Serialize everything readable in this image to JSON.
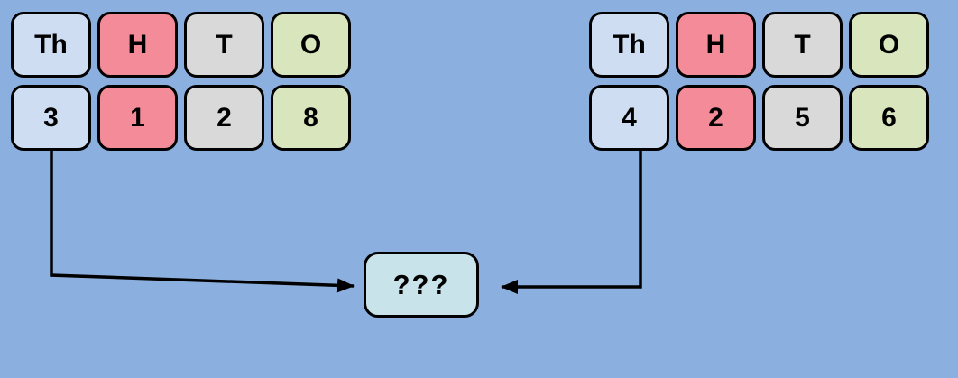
{
  "diagram": {
    "description": "place-value-comparison-diagram",
    "left_table": {
      "headers": [
        "Th",
        "H",
        "T",
        "O"
      ],
      "values": [
        "3",
        "1",
        "2",
        "8"
      ]
    },
    "right_table": {
      "headers": [
        "Th",
        "H",
        "T",
        "O"
      ],
      "values": [
        "4",
        "2",
        "5",
        "6"
      ]
    },
    "result_box": {
      "label": "???"
    }
  },
  "colors": {
    "background": "#8bafde",
    "thousands_cell": "#cfddf2",
    "hundreds_cell": "#f48b99",
    "tens_cell": "#d9d9d9",
    "ones_cell": "#d9e5bd",
    "result_cell": "#c9e3ea",
    "arrow": "#000000"
  }
}
